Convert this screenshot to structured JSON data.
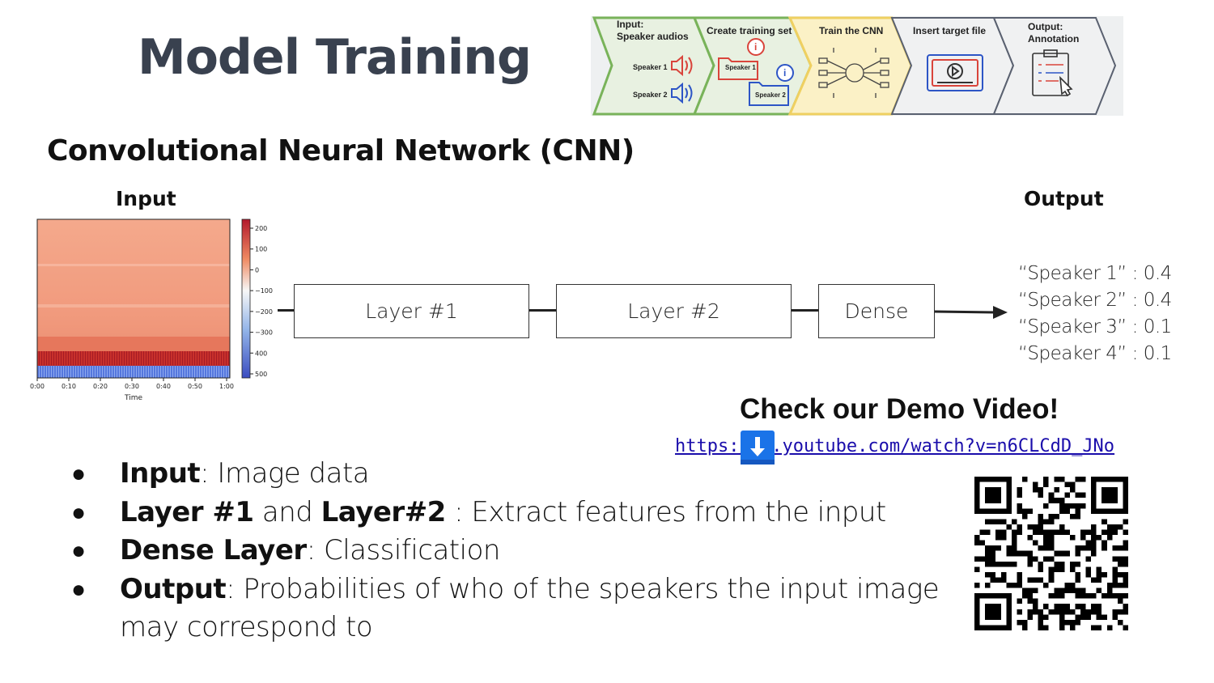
{
  "title": "Model Training",
  "subtitle": "Convolutional Neural Network (CNN)",
  "pipeline": {
    "steps": [
      {
        "label_line1": "Input:",
        "label_line2": "Speaker audios",
        "color": "#79b35a"
      },
      {
        "label_line1": "Create training set",
        "label_line2": "",
        "color": "#79b35a"
      },
      {
        "label_line1": "Train the CNN",
        "label_line2": "",
        "color": "#efd061"
      },
      {
        "label_line1": "Insert target file",
        "label_line2": "",
        "color": "#5a6170"
      },
      {
        "label_line1": "Output:",
        "label_line2": "Annotation",
        "color": "#5a6170"
      }
    ],
    "speaker1": "Speaker 1",
    "speaker2": "Speaker 2"
  },
  "input_label": "Input",
  "output_label": "Output",
  "spectrogram": {
    "colorbar_ticks": [
      "200",
      "100",
      "0",
      "−100",
      "−200",
      "−300",
      "400",
      "500"
    ],
    "time_ticks": [
      "0:00",
      "0:10",
      "0:20",
      "0:30",
      "0:40",
      "0:50",
      "1:00"
    ],
    "xlabel": "Time"
  },
  "layers": [
    "Layer #1",
    "Layer #2",
    "Dense"
  ],
  "outputs": [
    "“Speaker 1” : 0.4",
    "“Speaker 2” : 0.4",
    "“Speaker 3” : 0.1",
    "“Speaker 4” : 0.1"
  ],
  "demo": {
    "heading": "Check our Demo Video!",
    "url_text": "https://m.youtube.com/watch?v=n6CLCdD_JNo"
  },
  "bullets": [
    {
      "bold": "Input",
      "rest": ": Image data"
    },
    {
      "bold": "Layer #1",
      "mid": " and ",
      "bold2": "Layer#2",
      "rest": " : Extract features from the input"
    },
    {
      "bold": "Dense Layer",
      "rest": ": Classification"
    },
    {
      "bold": "Output",
      "rest": ": Probabilities of who of the speakers the input image may correspond to"
    }
  ],
  "colors": {
    "title": "#39414f",
    "link": "#1a0dab",
    "spec_warm": "#f3a487",
    "spec_red": "#b2182b",
    "spec_blue": "#4a6fd6",
    "badge": "#1a73e8"
  }
}
